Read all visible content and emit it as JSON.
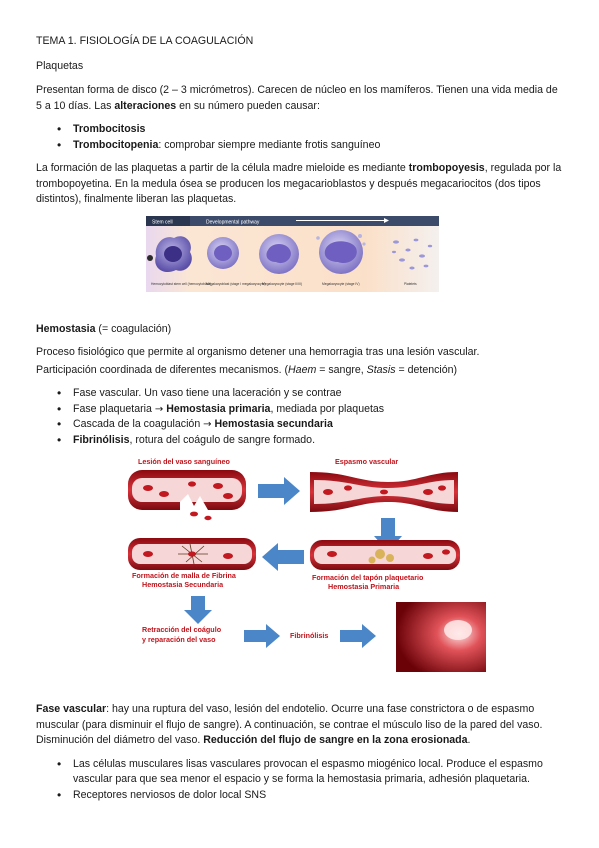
{
  "title": "TEMA 1. FISIOLOGÍA DE LA COAGULACIÓN",
  "platelets": {
    "heading": "Plaquetas",
    "intro_a": "Presentan forma de disco (2 – 3 micrómetros). Carecen de núcleo en los mamíferos. Tienen una vida media de 5 a 10 días. Las ",
    "intro_bold": "alteraciones",
    "intro_b": " en su número pueden causar:",
    "items": [
      {
        "bold": "Trombocitosis",
        "text": ""
      },
      {
        "bold": "Trombocitopenia",
        "text": ": comprobar siempre mediante frotis sanguíneo"
      }
    ],
    "formation_a": "La formación de las plaquetas a partir de la célula madre mieloide es mediante ",
    "formation_bold": "trombopoyesis",
    "formation_b": ", regulada por la trombopoyetina. En la medula ósea se producen los megacarioblastos y después megacariocitos (dos tipos distintos), finalmente liberan las plaquetas."
  },
  "figure1": {
    "stem_label": "Stem cell",
    "pathway_label": "Developmental pathway",
    "captions": [
      "Hemocytoblast stem cell (hemocytoblast)",
      "Megakaryoblast (stage I megakaryocyte)",
      "Megakaryocyte (stage II/III)",
      "Megakaryocyte (stage IV)",
      "Platelets"
    ]
  },
  "hemostasis": {
    "heading_bold": "Hemostasia",
    "heading_rest": " (= coagulación)",
    "para1": "Proceso fisiológico que permite al organismo detener una hemorragia tras una lesión vascular.",
    "para2_a": "Participación coordinada de diferentes mecanismos. (",
    "para2_haem": "Haem",
    "para2_b": " = sangre, ",
    "para2_stasis": "Stasis",
    "para2_c": " = detención)",
    "items": [
      {
        "pre": "Fase vascular. Un vaso tiene una laceración y se contrae",
        "bold": "",
        "post": ""
      },
      {
        "pre": "Fase plaquetaria ",
        "bold": "Hemostasia primaria",
        "post": ", mediada por plaquetas"
      },
      {
        "pre": "Cascada de la coagulación ",
        "bold": "Hemostasia secundaria",
        "post": ""
      },
      {
        "pre": "",
        "bold": "Fibrinólisis",
        "post": ", rotura del coágulo de sangre formado."
      }
    ],
    "arrow_glyph": "→"
  },
  "figure2": {
    "label_injury": "Lesión del vaso sanguíneo",
    "label_spasm": "Espasmo vascular",
    "label_fibrin_1": "Formación de malla de Fibrina",
    "label_fibrin_2": "Hemostasia Secundaria",
    "label_plug_1": "Formación del tapón plaquetario",
    "label_plug_2": "Hemostasia Primaria",
    "label_retraction_1": "Retracción del coágulo",
    "label_retraction_2": "y reparación del vaso",
    "label_fibrinolysis": "Fibrinólisis",
    "accent_red": "#c0141c",
    "arrow_blue": "#4a86c8"
  },
  "vascular": {
    "heading_bold": "Fase vascular",
    "text_a": ": hay una ruptura del vaso, lesión del endotelio. Ocurre una fase constrictora o de espasmo muscular (para disminuir el flujo de sangre). A continuación, se contrae el músculo liso de la pared del vaso. Disminución del diámetro del vaso. ",
    "text_bold": "Reducción del flujo de sangre en la zona erosionada",
    "text_b": ".",
    "items": [
      "Las células musculares lisas vasculares provocan el espasmo miogénico local. Produce el espasmo vascular para que sea menor el espacio y se forma la hemostasia primaria, adhesión plaquetaria.",
      "Receptores nerviosos de dolor local SNS"
    ]
  }
}
